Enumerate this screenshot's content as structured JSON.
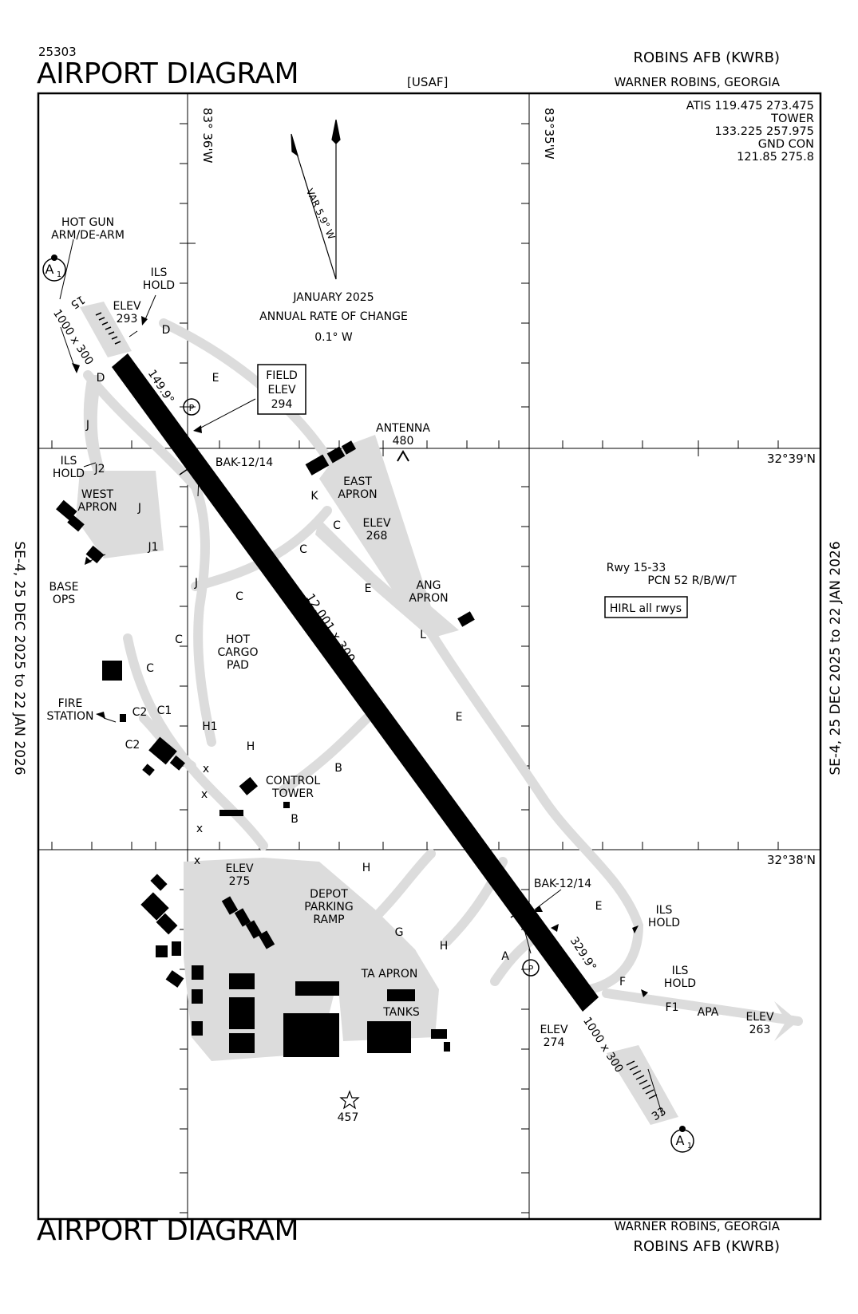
{
  "header": {
    "chart_number": "25303",
    "title": "AIRPORT DIAGRAM",
    "agency": "[USAF]",
    "airport_name": "ROBINS AFB  (KWRB)",
    "city": "WARNER ROBINS, GEORGIA"
  },
  "footer": {
    "title": "AIRPORT DIAGRAM",
    "city": "WARNER ROBINS, GEORGIA",
    "airport_name": "ROBINS AFB  (KWRB)"
  },
  "effective": {
    "left": "SE-4,  25 DEC 2025  to  22 JAN 2026",
    "right": "SE-4,  25 DEC 2025  to  22 JAN 2026"
  },
  "frequencies": {
    "atis": "ATIS  119.475  273.475",
    "tower_label": "TOWER",
    "tower": "133.225  257.975",
    "gnd_label": "GND CON",
    "gnd": "121.85  275.8"
  },
  "coordinates": {
    "lon_left": "83° 36'W",
    "lon_right": "83°35'W",
    "lat_top": "32°39'N",
    "lat_bottom": "32°38'N"
  },
  "magnetic": {
    "variation": "VAR 5.9° W",
    "date": "JANUARY 2025",
    "rate_label": "ANNUAL RATE OF CHANGE",
    "rate": "0.1° W"
  },
  "field_elev": {
    "l1": "FIELD",
    "l2": "ELEV",
    "l3": "294"
  },
  "runway": {
    "dims": "12,001 x 300",
    "rwy15": "15",
    "rwy33": "33",
    "hdg15": "149.9°",
    "hdg33": "329.9°",
    "overrun_nw": "1000 x 300",
    "overrun_se": "1000 x 300",
    "pcn_rwy": "Rwy 15-33",
    "pcn": "PCN 52 R/B/W/T",
    "hirl": "HIRL all rwys",
    "bak_nw": "BAK-12/14",
    "bak_se": "BAK-12/14"
  },
  "labels": {
    "hot_gun1": "HOT GUN",
    "hot_gun2": "ARM/DE-ARM",
    "ils_hold1": "ILS",
    "ils_hold2": "HOLD",
    "elev293a": "ELEV",
    "elev293b": "293",
    "antenna1": "ANTENNA",
    "antenna2": "480",
    "west_apron1": "WEST",
    "west_apron2": "APRON",
    "east_apron1": "EAST",
    "east_apron2": "APRON",
    "elev268a": "ELEV",
    "elev268b": "268",
    "ang1": "ANG",
    "ang2": "APRON",
    "base_ops1": "BASE",
    "base_ops2": "OPS",
    "hot_cargo1": "HOT",
    "hot_cargo2": "CARGO",
    "hot_cargo3": "PAD",
    "fire1": "FIRE",
    "fire2": "STATION",
    "control1": "CONTROL",
    "control2": "TOWER",
    "elev275a": "ELEV",
    "elev275b": "275",
    "depot1": "DEPOT",
    "depot2": "PARKING",
    "depot3": "RAMP",
    "ta_apron": "TA APRON",
    "tanks": "TANKS",
    "obstacle": "457",
    "elev274a": "ELEV",
    "elev274b": "274",
    "elev263a": "ELEV",
    "elev263b": "263",
    "apa": "APA",
    "a1": "A"
  },
  "taxiways": {
    "D": "D",
    "E": "E",
    "J": "J",
    "J1": "J1",
    "J2": "J2",
    "K": "K",
    "C": "C",
    "C1": "C1",
    "C2": "C2",
    "H": "H",
    "H1": "H1",
    "B": "B",
    "G": "G",
    "A": "A",
    "L": "L",
    "F": "F",
    "F1": "F1",
    "X": "x",
    "P": "P"
  }
}
